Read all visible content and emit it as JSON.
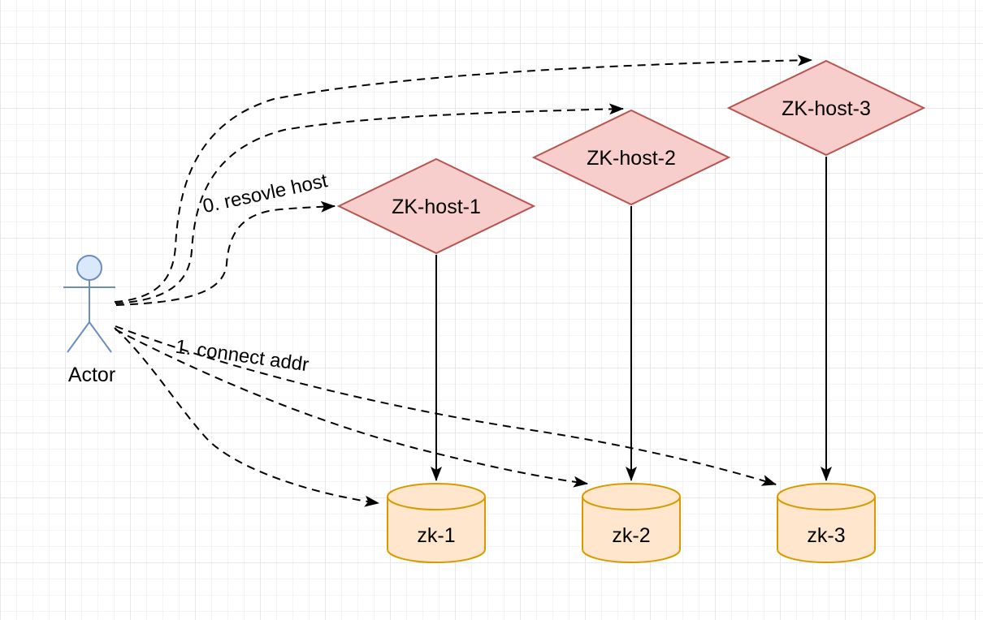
{
  "actor": {
    "label": "Actor"
  },
  "hosts": [
    {
      "label": "ZK-host-1"
    },
    {
      "label": "ZK-host-2"
    },
    {
      "label": "ZK-host-3"
    }
  ],
  "stores": [
    {
      "label": "zk-1"
    },
    {
      "label": "zk-2"
    },
    {
      "label": "zk-3"
    }
  ],
  "edge_labels": {
    "resolve_host": "0. resovle host",
    "connect_addr": "1. connect addr"
  },
  "colors": {
    "canvas_bg": "#ffffff",
    "grid_minor": "#f4f4f4",
    "grid_major": "#e7e7e7",
    "host_fill": "#f8cecc",
    "host_stroke": "#b85450",
    "store_fill": "#ffe6cc",
    "store_stroke": "#d79b00",
    "actor_fill": "#dae8fc",
    "actor_stroke": "#6c8ebf",
    "edge_stroke": "#000000",
    "label_color": "#000000"
  }
}
